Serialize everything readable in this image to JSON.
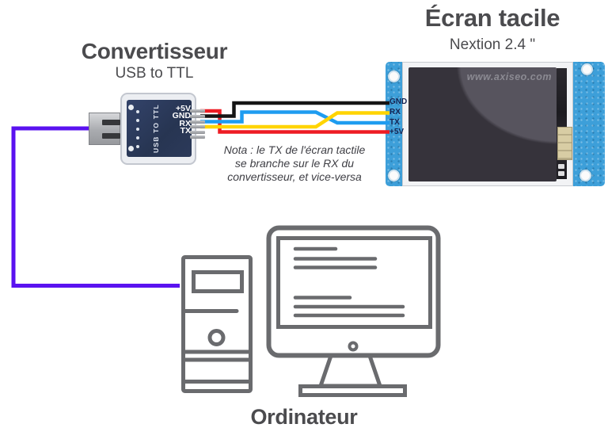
{
  "converter": {
    "title": "Convertisseur",
    "subtitle": "USB to TTL",
    "board_text": "USB TO TTL",
    "pin_labels": [
      "+5V",
      "GND",
      "RX",
      "TX"
    ]
  },
  "screen": {
    "title": "Écran tacile",
    "subtitle": "Nextion 2.4 \"",
    "watermark": "www.axiseo.com",
    "pin_labels": [
      "GND",
      "RX",
      "TX",
      "+5V"
    ]
  },
  "computer": {
    "label": "Ordinateur"
  },
  "note": {
    "lines": [
      "Nota : le TX de l'écran tactile",
      "se branche sur le RX du",
      "convertisseur, et vice-versa"
    ]
  },
  "colors": {
    "wire_black_gnd": "#151515",
    "wire_blue_rx": "#1e9cf0",
    "wire_yellow_tx": "#ffd400",
    "wire_red_5v": "#ee1c24",
    "wire_purple_usb": "#5a12f0",
    "sketch_gray": "#6a6b6e"
  }
}
